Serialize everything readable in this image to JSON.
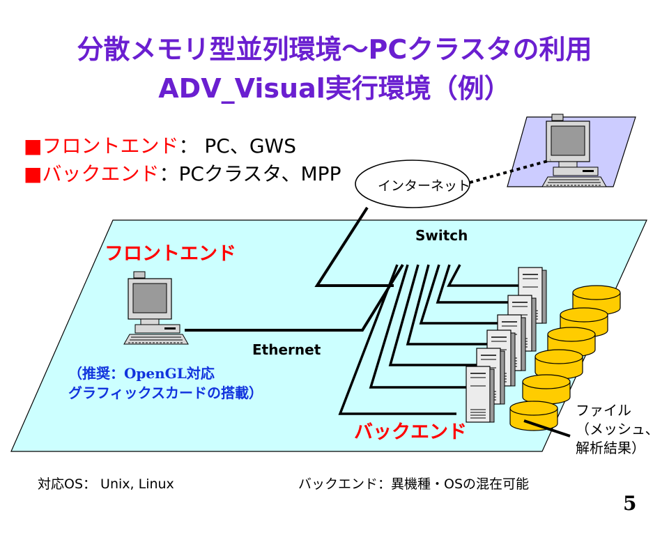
{
  "title": {
    "line1": "分散メモリ型並列環境～PCクラスタの利用",
    "line2": "ADV_Visual実行環境（例）"
  },
  "bullets": [
    {
      "marker": "■",
      "term": "フロントエンド",
      "desc": "： PC、GWS"
    },
    {
      "marker": "■",
      "term": "バックエンド",
      "desc": "：PCクラスタ、MPP"
    }
  ],
  "diagram": {
    "internet_label": "インターネット",
    "switch_label": "Switch",
    "ethernet_label": "Ethernet",
    "frontend_label": "フロントエンド",
    "backend_label": "バックエンド",
    "frontend_note": [
      "（推奨：OpenGL対応",
      "グラフィックスカードの搭載）"
    ],
    "file_note": [
      "ファイル",
      "（メッシュ、",
      "解析結果）"
    ]
  },
  "footer": {
    "os": "対応OS： Unix, Linux",
    "backend": "バックエンド：異機種・OSの混在可能",
    "page_number": "5"
  },
  "colors": {
    "title": "#6a1fd0",
    "accent_red": "#ff0000",
    "note_blue": "#1133dd",
    "floor": "#ccffff",
    "remote_floor": "#ccccff",
    "disk": "#ffcc00"
  }
}
